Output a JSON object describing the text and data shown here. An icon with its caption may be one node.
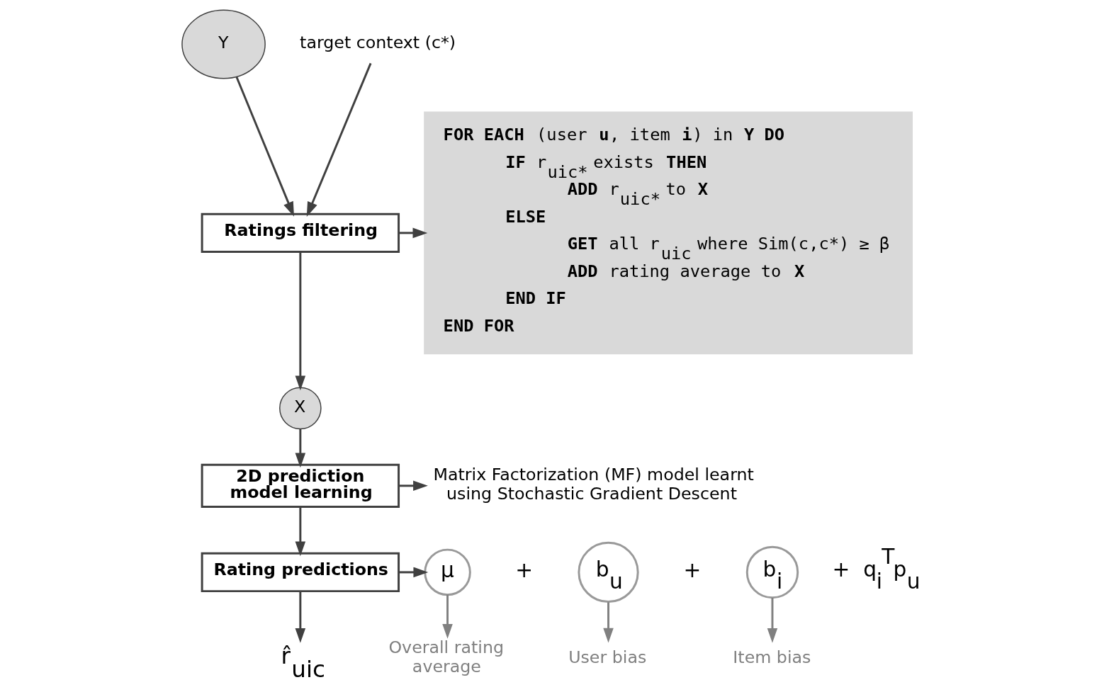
{
  "diagram": {
    "nodes": [
      {
        "text": [
          "Y"
        ]
      },
      {
        "text": [
          "target context (c*)"
        ]
      },
      {
        "text": [
          "Ratings filtering"
        ]
      },
      {
        "text": [
          "X"
        ]
      },
      {
        "text": [
          "2D prediction model learning"
        ]
      },
      {
        "text": [
          "Rating predictions"
        ]
      },
      {
        "text": [
          "r̂$_{uic}$"
        ]
      },
      {
        "text": [
          "**FOR EACH** (user **u**, item **i**) in **Y DO**",
          "**IF** r$_{uic*}$ exists **THEN**",
          "**ADD** r$_{uic*}$ to **X**",
          "**ELSE**",
          "**GET** all r$_{uic}$ where Sim(c,c*) ≥ β",
          "**ADD** rating average to **X**",
          "**END IF**",
          "**END FOR**"
        ]
      },
      {
        "text": [
          "Matrix Factorization (MF) model learnt using Stochastic Gradient Descent"
        ]
      },
      {
        "text": [
          "μ"
        ]
      },
      {
        "text": [
          "b$_{u}$"
        ]
      },
      {
        "text": [
          "b$_{i}$"
        ]
      },
      {
        "text": [
          "Overall rating average"
        ]
      },
      {
        "text": [
          "User bias"
        ]
      },
      {
        "text": [
          "Item bias"
        ]
      }
    ],
    "edges": [
      {
        "from": 0,
        "to": 2,
        "arrow": "to"
      },
      {
        "from": 1,
        "to": 2,
        "arrow": "to"
      },
      {
        "from": 2,
        "to": 7,
        "arrow": "to"
      },
      {
        "from": 2,
        "to": 3,
        "arrow": "to"
      },
      {
        "from": 3,
        "to": 4,
        "arrow": "to"
      },
      {
        "from": 4,
        "to": 8,
        "arrow": "to"
      },
      {
        "from": 4,
        "to": 5,
        "arrow": "to"
      },
      {
        "from": 5,
        "to": 9,
        "arrow": "to"
      },
      {
        "from": 5,
        "to": 6,
        "arrow": "to"
      },
      {
        "from": 9,
        "to": 12,
        "arrow": "to",
        "color": "#808080"
      },
      {
        "from": 10,
        "to": 13,
        "arrow": "to",
        "color": "#808080"
      },
      {
        "from": 11,
        "to": 14,
        "arrow": "to",
        "color": "#808080"
      }
    ],
    "labels": [
      "+",
      "+",
      "+  q$_{i}$$^{T}$p$_{u}$"
    ]
  }
}
